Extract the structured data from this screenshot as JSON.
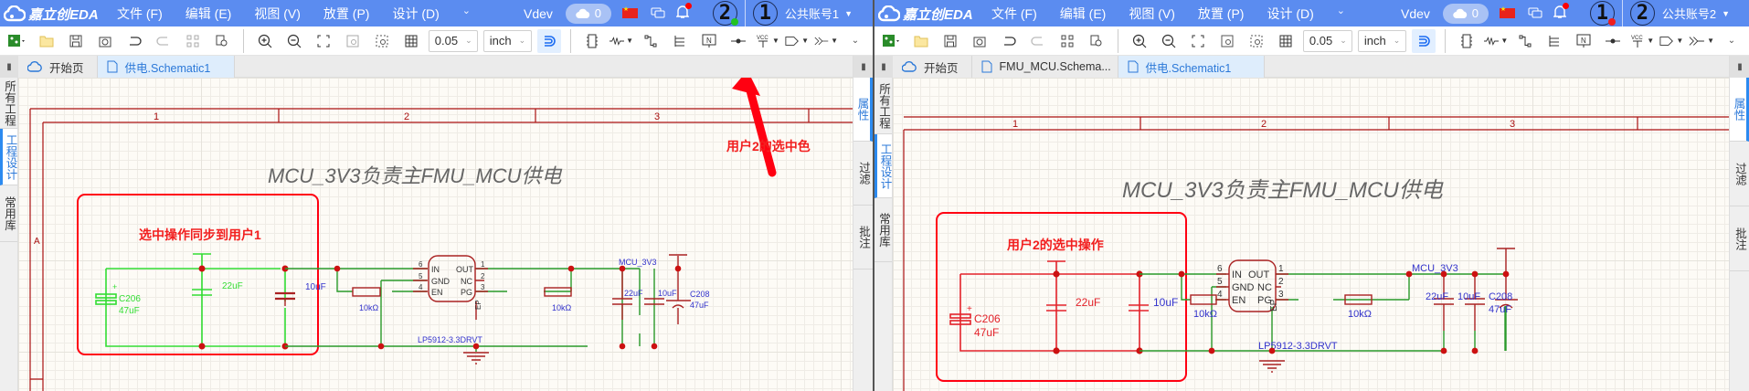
{
  "app": {
    "logo_text": "嘉立创EDA",
    "menu": [
      "文件 (F)",
      "编辑 (E)",
      "视图 (V)",
      "放置 (P)",
      "设计 (D)"
    ],
    "menu_more": "⌄",
    "version_label": "Vdev",
    "cloud_count": "0",
    "accent_color": "#5b8cf0"
  },
  "toolbar": {
    "grid_value": "0.05",
    "unit_value": "inch"
  },
  "left_dock": [
    "所有工程",
    "工程设计",
    "常用库"
  ],
  "right_dock": [
    "属性",
    "过滤",
    "批注"
  ],
  "windows": {
    "left": {
      "account_label": "公共账号1",
      "peer_avatar": "2",
      "self_avatar": "1",
      "peer_status_color": "#22c322",
      "tabs": [
        {
          "label": "开始页",
          "icon": "cloud-icon"
        },
        {
          "label": "供电.Schematic1",
          "icon": "file-icon",
          "active": true
        }
      ],
      "active_left_dock": "工程设计",
      "active_right_dock": "属性",
      "selection_color": "#33dd33",
      "annotation_box_label": "选中操作同步到用户1",
      "arrow_label": "用户2的选中色"
    },
    "right": {
      "account_label": "公共账号2",
      "peer_avatar": "1",
      "self_avatar": "2",
      "peer_status_color": "#f01d1d",
      "tabs": [
        {
          "label": "开始页",
          "icon": "cloud-icon"
        },
        {
          "label": "FMU_MCU.Schema...",
          "icon": "file-icon"
        },
        {
          "label": "供电.Schematic1",
          "icon": "file-icon",
          "active": true
        }
      ],
      "active_left_dock": "工程设计",
      "active_right_dock": "属性",
      "selection_color": "#e3222a",
      "annotation_box_label": "用户2的选中操作"
    }
  },
  "schematic": {
    "title": "MCU_3V3负责主FMU_MCU供电",
    "frame_columns": [
      "1",
      "2",
      "3"
    ],
    "frame_row": "A",
    "components": {
      "c206": {
        "ref": "C206",
        "value": "47uF"
      },
      "c_in_22": {
        "value": "22uF"
      },
      "c_in_10": {
        "value": "10uF"
      },
      "r_en": {
        "value": "10kΩ"
      },
      "r_pg": {
        "value": "10kΩ"
      },
      "u1": {
        "part": "LP5912-3.3DRVT",
        "pins_left": [
          {
            "num": "6",
            "name": "IN"
          },
          {
            "num": "5",
            "name": "GND"
          },
          {
            "num": "4",
            "name": "EN"
          }
        ],
        "pins_right": [
          {
            "num": "1",
            "name": "OUT"
          },
          {
            "num": "2",
            "name": "NC"
          },
          {
            "num": "3",
            "name": "PG"
          }
        ],
        "pin_bottom": {
          "num": "7",
          "name": "EP"
        }
      },
      "c_out_22": {
        "value": "22uF"
      },
      "c_out_10": {
        "value": "10uF"
      },
      "c208": {
        "ref": "C208",
        "value": "47uF"
      },
      "net_label": "MCU_3V3"
    }
  }
}
